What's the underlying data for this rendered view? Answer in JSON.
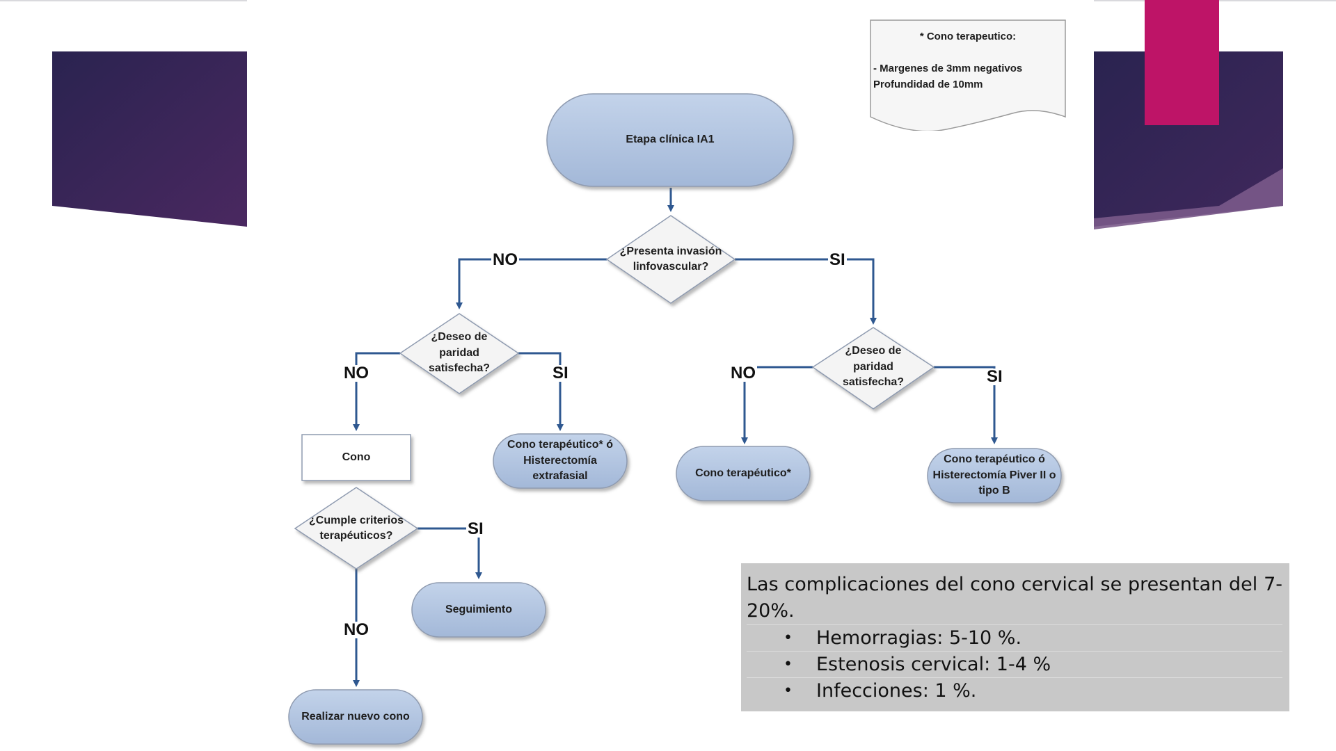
{
  "colors": {
    "deco_dark": "#2e2450",
    "deco_purple": "#4a2860",
    "deco_magenta": "#be1467",
    "node_fill": "#b3c6e2",
    "node_stroke": "#8f9bb0",
    "arrow": "#2f5890",
    "info_bg": "#c8c8c8"
  },
  "note": {
    "title": "* Cono terapeutico:",
    "body": "- Margenes de 3mm  negativos\nProfundidad de 10mm"
  },
  "flowchart": {
    "nodes": {
      "start": "Etapa clínica IA1",
      "q_invasion": "¿Presenta invasión\nlinfovascular?",
      "q_paridad_left": "¿Deseo de\nparidad\nsatisfecha?",
      "q_paridad_right": "¿Deseo de\nparidad\nsatisfecha?",
      "cono": "Cono",
      "cono_histerectomia_extrafasial": "Cono terapéutico* ó\nHisterectomía\nextrafasial",
      "cono_terapeutico": "Cono terapéutico*",
      "cono_histerectomia_piver": "Cono terapéutico ó\nHisterectomía Piver II o\ntipo B",
      "q_criterios": "¿Cumple criterios\nterapéuticos?",
      "seguimiento": "Seguimiento",
      "nuevo_cono": "Realizar nuevo cono"
    },
    "edge_labels": {
      "invasion_no": "NO",
      "invasion_si": "SI",
      "left_no": "NO",
      "left_si": "SI",
      "right_no": "NO",
      "right_si": "SI",
      "criterios_si": "SI",
      "criterios_no": "NO"
    }
  },
  "info": {
    "line1": "Las complicaciones del cono cervical se presentan del 7-",
    "line2": "20%.",
    "bullet_symbol": "•",
    "items": [
      "Hemorragias: 5-10 %.",
      "Estenosis cervical: 1-4 %",
      "Infecciones: 1 %."
    ]
  }
}
